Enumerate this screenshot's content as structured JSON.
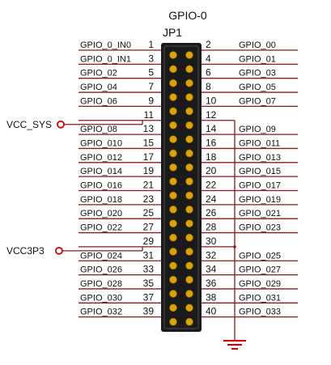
{
  "title": "GPIO-0",
  "connector": "JP1",
  "colors": {
    "wire": "#8b1a1a",
    "marker": "#d40000",
    "header_body": "#1a1a1a",
    "pin": "#d9a400",
    "power_wire": "#8b1a1a",
    "ground": "#d40000"
  },
  "rows": [
    {
      "left_label": "GPIO_0_IN0",
      "left_pin": "1",
      "right_pin": "2",
      "right_label": "GPIO_00"
    },
    {
      "left_label": "GPIO_0_IN1",
      "left_pin": "3",
      "right_pin": "4",
      "right_label": "GPIO_01"
    },
    {
      "left_label": "GPIO_02",
      "left_pin": "5",
      "right_pin": "6",
      "right_label": "GPIO_03"
    },
    {
      "left_label": "GPIO_04",
      "left_pin": "7",
      "right_pin": "8",
      "right_label": "GPIO_05"
    },
    {
      "left_label": "GPIO_06",
      "left_pin": "9",
      "right_pin": "10",
      "right_label": "GPIO_07"
    },
    {
      "left_label": "",
      "left_pin": "11",
      "right_pin": "12",
      "right_label": ""
    },
    {
      "left_label": "GPIO_08",
      "left_pin": "13",
      "right_pin": "14",
      "right_label": "GPIO_09"
    },
    {
      "left_label": "GPIO_010",
      "left_pin": "15",
      "right_pin": "16",
      "right_label": "GPIO_011"
    },
    {
      "left_label": "GPIO_012",
      "left_pin": "17",
      "right_pin": "18",
      "right_label": "GPIO_013"
    },
    {
      "left_label": "GPIO_014",
      "left_pin": "19",
      "right_pin": "20",
      "right_label": "GPIO_015"
    },
    {
      "left_label": "GPIO_016",
      "left_pin": "21",
      "right_pin": "22",
      "right_label": "GPIO_017"
    },
    {
      "left_label": "GPIO_018",
      "left_pin": "23",
      "right_pin": "24",
      "right_label": "GPIO_019"
    },
    {
      "left_label": "GPIO_020",
      "left_pin": "25",
      "right_pin": "26",
      "right_label": "GPIO_021"
    },
    {
      "left_label": "GPIO_022",
      "left_pin": "27",
      "right_pin": "28",
      "right_label": "GPIO_023"
    },
    {
      "left_label": "",
      "left_pin": "29",
      "right_pin": "30",
      "right_label": ""
    },
    {
      "left_label": "GPIO_024",
      "left_pin": "31",
      "right_pin": "32",
      "right_label": "GPIO_025"
    },
    {
      "left_label": "GPIO_026",
      "left_pin": "33",
      "right_pin": "34",
      "right_label": "GPIO_027"
    },
    {
      "left_label": "GPIO_028",
      "left_pin": "35",
      "right_pin": "36",
      "right_label": "GPIO_029"
    },
    {
      "left_label": "GPIO_030",
      "left_pin": "37",
      "right_pin": "38",
      "right_label": "GPIO_031"
    },
    {
      "left_label": "GPIO_032",
      "left_pin": "39",
      "right_pin": "40",
      "right_label": "GPIO_033"
    }
  ],
  "power": [
    {
      "label": "VCC_SYS",
      "pin": "11"
    },
    {
      "label": "VCC3P3",
      "pin": "29"
    }
  ],
  "ground": {
    "pins": [
      "12",
      "30"
    ],
    "symbol": "ground-symbol"
  }
}
